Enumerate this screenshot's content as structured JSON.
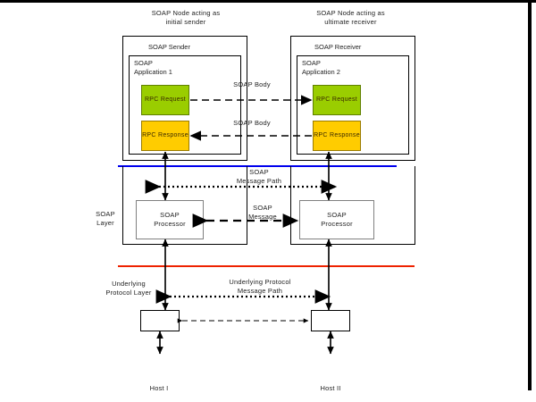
{
  "diagram": {
    "title": "SOAP Message Path",
    "colors": {
      "rpc_request_fill": "#9ACD00",
      "rpc_response_fill": "#FFCC00",
      "soap_layer_line": "#0000EE",
      "underlying_protocol_line": "#EE2200",
      "box_border": "#000000",
      "processor_border": "#808080"
    }
  },
  "left_node": {
    "node_caption": "SOAP Node acting as\ninitial sender",
    "container_title": "SOAP Sender",
    "application_title": "SOAP\nApplication 1",
    "rpc_request": "RPC\nRequest",
    "rpc_response": "RPC\nResponse",
    "processor_label": "SOAP\nProcessor",
    "host_label": "Host I"
  },
  "right_node": {
    "node_caption": "SOAP Node acting as\nultimate receiver",
    "container_title": "SOAP Receiver",
    "application_title": "SOAP\nApplication 2",
    "rpc_request": "RPC\nRequest",
    "rpc_response": "RPC\nResponse",
    "processor_label": "SOAP\nProcessor",
    "host_label": "Host II"
  },
  "edge_labels": {
    "soap_body_top": "SOAP Body",
    "soap_body_bottom": "SOAP Body",
    "soap_message_path": "SOAP\nMessage Path",
    "soap_message": "SOAP\nMessage",
    "underlying_protocol_message_path": "Underlying Protocol\nMessage Path"
  },
  "layer_labels": {
    "soap_layer": "SOAP\nLayer",
    "underlying_protocol_layer": "Underlying\nProtocol Layer"
  }
}
